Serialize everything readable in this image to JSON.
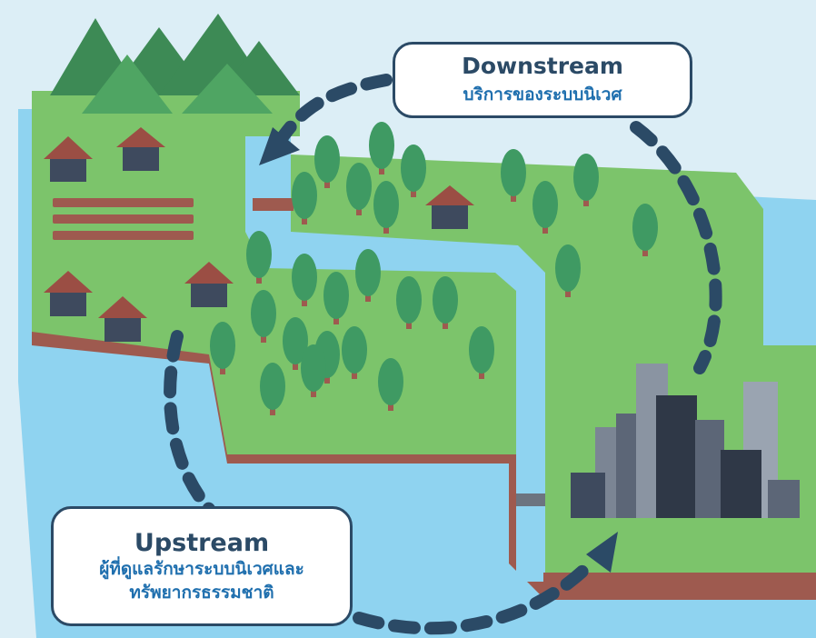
{
  "downstream": {
    "title": "Downstream",
    "subtitle": "บริการของระบบนิเวศ"
  },
  "upstream": {
    "title": "Upstream",
    "subtitle": "ผู้ที่ดูแลรักษาระบบนิเวศและทรัพยากรธรรมชาติ"
  },
  "colors": {
    "sky": "#dceef6",
    "river": "#8fd3f0",
    "land": "#7cc46b",
    "land_dark": "#5a9a55",
    "soil": "#9e5a4f",
    "tree": "#3f9a63",
    "mountain": "#3d8a55",
    "house_roof": "#9b4e44",
    "house_wall": "#3e4a5e",
    "arrow": "#2b4a66",
    "building": "#5c6677"
  }
}
